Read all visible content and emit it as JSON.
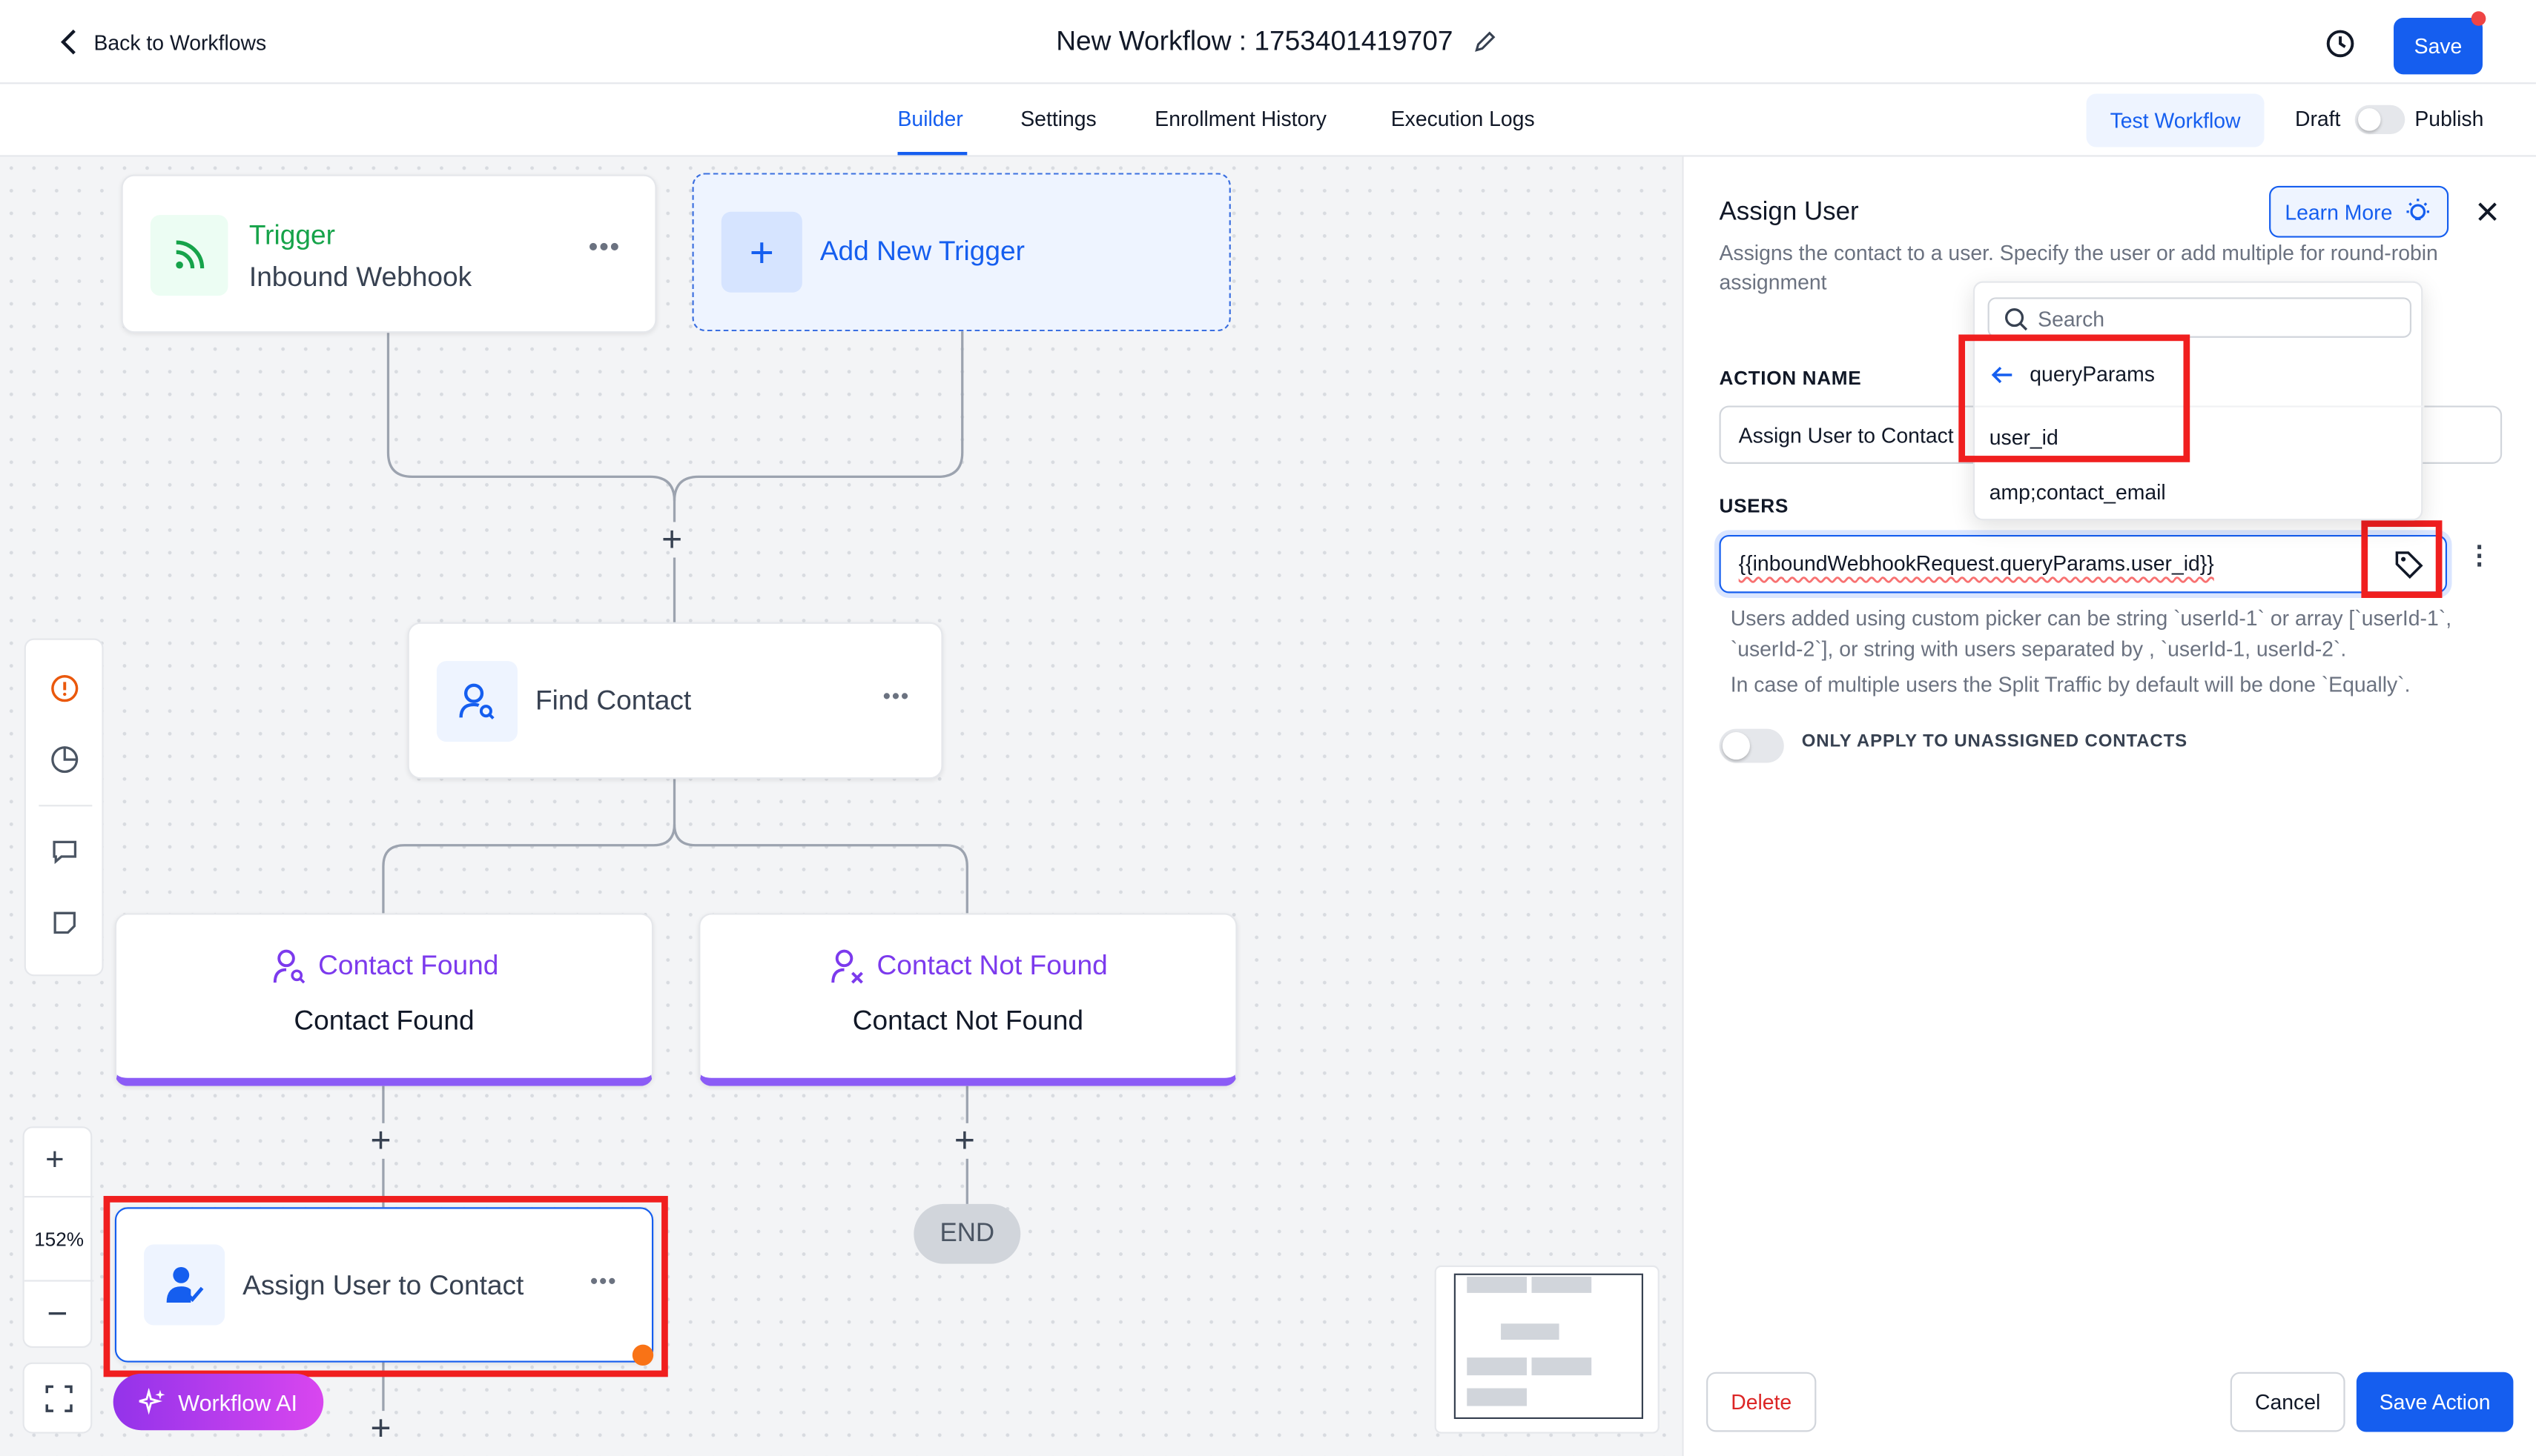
{
  "header": {
    "back_label": "Back to Workflows",
    "title": "New Workflow : 1753401419707",
    "save_label": "Save"
  },
  "tabs": [
    "Builder",
    "Settings",
    "Enrollment History",
    "Execution Logs"
  ],
  "actions": {
    "test_workflow": "Test Workflow",
    "draft": "Draft",
    "publish": "Publish",
    "publish_enabled": false
  },
  "canvas": {
    "trigger": {
      "title": "Trigger",
      "subtitle": "Inbound Webhook"
    },
    "add_trigger": "Add New Trigger",
    "find_contact": "Find Contact",
    "branch_found": {
      "title": "Contact Found",
      "label": "Contact Found"
    },
    "branch_not_found": {
      "title": "Contact Not Found",
      "label": "Contact Not Found"
    },
    "assign_user": "Assign User to Contact",
    "end_label": "END",
    "zoom": "152%",
    "workflow_ai": "Workflow AI"
  },
  "panel": {
    "title": "Assign User",
    "learn_more": "Learn More",
    "description": "Assigns the contact to a user. Specify the user or add multiple for round-robin assignment",
    "action_name_label": "ACTION NAME",
    "action_name_value": "Assign User to Contact",
    "users_label": "USERS",
    "users_value": "{{inboundWebhookRequest.queryParams.user_id}}",
    "help_1": "Users added using custom picker can be string `userId-1` or array [`userId-1`, `userId-2`], or string with users separated by , `userId-1, userId-2`.",
    "help_2": "In case of multiple users the Split Traffic by default will be done `Equally`.",
    "toggle_label": "ONLY APPLY TO UNASSIGNED CONTACTS",
    "toggle_enabled": false,
    "delete": "Delete",
    "cancel": "Cancel",
    "save_action": "Save Action"
  },
  "dropdown": {
    "search_placeholder": "Search",
    "back_item": "queryParams",
    "items": [
      "user_id",
      "amp;contact_email"
    ]
  },
  "colors": {
    "primary": "#155eef",
    "trigger_green": "#16a34a",
    "branch_purple": "#7c3aed",
    "highlight_red": "#f01f1f",
    "delete_red": "#dc2626"
  }
}
